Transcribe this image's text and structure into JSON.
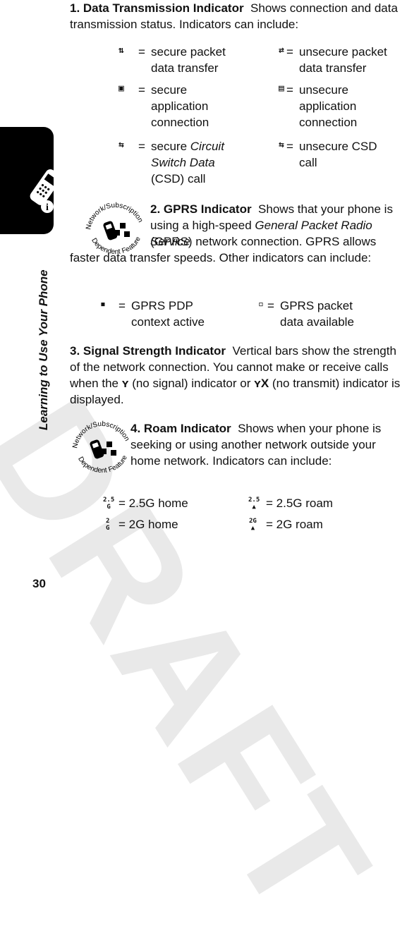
{
  "watermark": "DRAFT",
  "side_title": "Learning to Use Your Phone",
  "page_number": "30",
  "sections": {
    "s1": {
      "title": "1. Data Transmission Indicator",
      "body": "Shows connection and data transmission status. Indicators can include:"
    },
    "s2": {
      "title": "2. GPRS Indicator",
      "body_a": "Shows that your phone is using a high-speed",
      "body_em": "General Packet Radio Service",
      "body_b": "(GPRS) network connection. GPRS allows faster data transfer speeds. Other indicators can include:"
    },
    "s3": {
      "title": "3. Signal Strength Indicator",
      "body": "Vertical bars show the strength of the network connection. You cannot make or receive calls when the",
      "mid": "(no signal) indicator or",
      "end": "(no transmit) indicator is displayed."
    },
    "s4": {
      "title": "4. Roam Indicator",
      "body": "Shows when your phone is seeking or using another network outside your home network. Indicators can include:"
    }
  },
  "data_indicators": [
    {
      "icon": "secure-packet-icon",
      "eq": "=",
      "text": "secure packet data transfer"
    },
    {
      "icon": "unsecure-packet-icon",
      "eq": "=",
      "text": "unsecure packet data transfer"
    },
    {
      "icon": "secure-app-icon",
      "eq": "=",
      "text": "secure application connection"
    },
    {
      "icon": "unsecure-app-icon",
      "eq": "=",
      "text": "unsecure application connection"
    },
    {
      "icon": "secure-csd-icon",
      "eq": "=",
      "text_a": "secure",
      "text_em": "Circuit Switch Data",
      "text_b": "(CSD) call"
    },
    {
      "icon": "unsecure-csd-icon",
      "eq": "=",
      "text": "unsecure CSD call"
    }
  ],
  "gprs_indicators": [
    {
      "icon": "gprs-pdp-icon",
      "eq": "=",
      "text": "GPRS PDP context active"
    },
    {
      "icon": "gprs-available-icon",
      "eq": "=",
      "text": "GPRS packet data available"
    }
  ],
  "roam_indicators": [
    {
      "icon": "home-25g-icon",
      "glyph": "2.5",
      "text": "= 2.5G home"
    },
    {
      "icon": "roam-25g-icon",
      "glyph": "2.5",
      "text": "= 2.5G roam"
    },
    {
      "icon": "home-2g-icon",
      "glyph": "2",
      "text": "= 2G home"
    },
    {
      "icon": "roam-2g-icon",
      "glyph": "2G",
      "text": "= 2G roam"
    }
  ],
  "badge_text": {
    "top": "Network/Subscription",
    "bottom": "Dependent Feature"
  }
}
